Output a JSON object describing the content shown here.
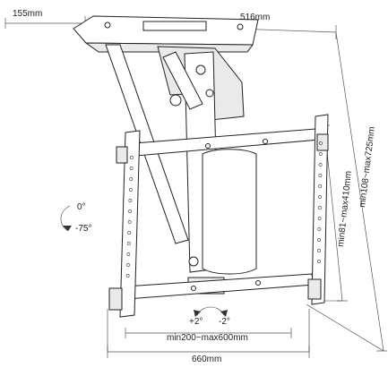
{
  "dimensions": {
    "top_depth": "155mm",
    "top_width": "516mm",
    "height_range": "min108~max725mm",
    "vertical_hole_range": "min81~max410mm",
    "horizontal_hole_range": "min200~max600mm",
    "overall_width": "660mm"
  },
  "rotation": {
    "angle_a": "0°",
    "angle_b": "-75°"
  },
  "tilt": {
    "plus": "+2°",
    "minus": "-2°"
  },
  "colors": {
    "line": "#222222",
    "fill": "#ffffff",
    "shade": "#eaeaea"
  }
}
